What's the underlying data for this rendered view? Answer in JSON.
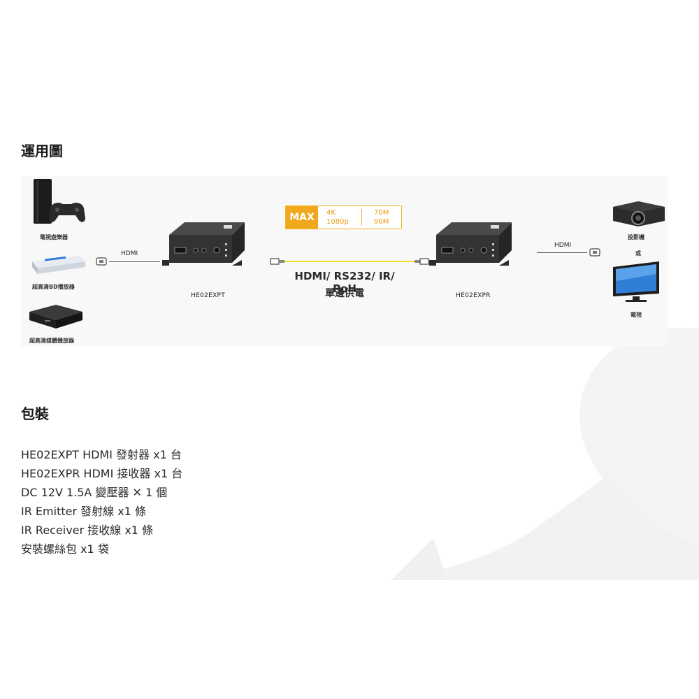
{
  "section_application": {
    "title": "運用圖"
  },
  "diagram": {
    "sources": [
      {
        "label": "電視遊樂器",
        "icon": "game-console-icon"
      },
      {
        "label": "超高清BD播放器",
        "icon": "bluray-player-icon"
      },
      {
        "label": "超高清媒體播放器",
        "icon": "media-player-icon"
      }
    ],
    "hdmi_in_label": "HDMI",
    "hdmi_out_label": "HDMI",
    "transmitter_model": "HE02EXPT",
    "receiver_model": "HE02EXPR",
    "max_spec": {
      "tag": "MAX",
      "resolutions": [
        "4K",
        "1080p"
      ],
      "distances": [
        "70M",
        "90M"
      ]
    },
    "link_label": "HDMI/ RS232/ IR/ PoH",
    "link_sublabel": "單邊供電",
    "outputs": {
      "projector_label": "投影機",
      "or_label": "或",
      "tv_label": "電視"
    },
    "accent_color": "#f0a91c",
    "cable_color": "#f4e11a"
  },
  "section_packing": {
    "title": "包裝",
    "items": [
      "HE02EXPT HDMI  發射器  x1 台",
      "HE02EXPR HDMI  接收器  x1 台",
      "DC 12V 1.5A  變壓器    ✕  1 個",
      "IR Emitter  發射線  x1  條",
      "IR Receiver  接收線  x1  條",
      "安裝螺絲包  x1 袋"
    ]
  }
}
